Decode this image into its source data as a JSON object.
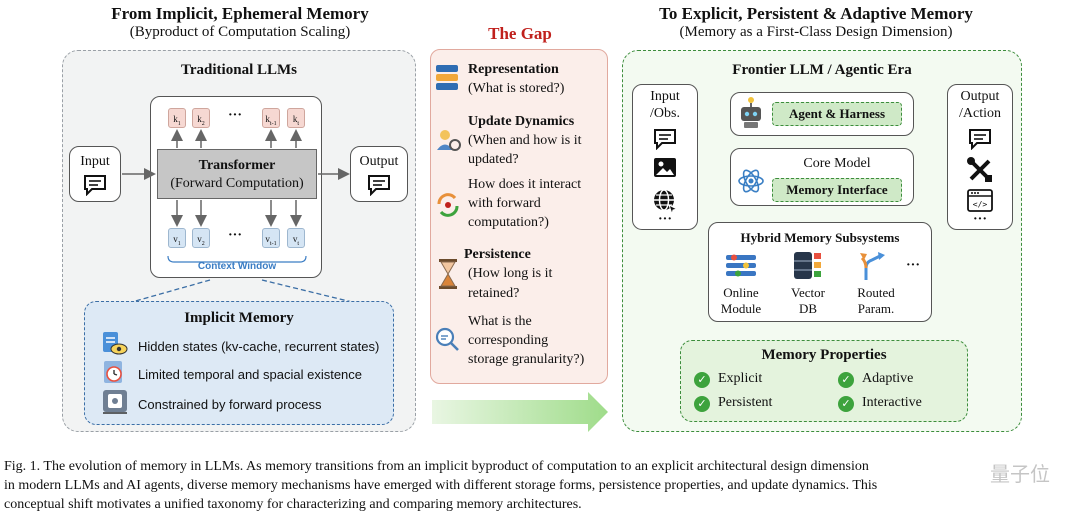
{
  "left": {
    "title": "From Implicit, Ephemeral Memory",
    "subtitle": "(Byproduct of Computation Scaling)",
    "panel_title": "Traditional LLMs",
    "input_label": "Input",
    "output_label": "Output",
    "transformer_title": "Transformer",
    "transformer_subtitle": "(Forward Computation)",
    "k_tokens": [
      "k",
      "k",
      "k",
      "k"
    ],
    "k_subs": [
      "1",
      "2",
      "t-1",
      "t"
    ],
    "v_tokens": [
      "v",
      "v",
      "v",
      "v"
    ],
    "v_subs": [
      "1",
      "2",
      "t-1",
      "t"
    ],
    "ellipsis": "···",
    "context_window": "Context Window",
    "implicit_title": "Implicit Memory",
    "implicit_items": [
      "Hidden states (kv-cache, recurrent states)",
      "Limited temporal and spacial existence",
      "Constrained by forward process"
    ]
  },
  "gap": {
    "title": "The Gap",
    "items": [
      {
        "head": "Representation",
        "lines": [
          "(What is stored?)"
        ]
      },
      {
        "head": "Update Dynamics",
        "lines": [
          "(When and how is it",
          "updated?"
        ]
      },
      {
        "head": "",
        "lines": [
          "How does it interact",
          "with forward",
          "computation?)"
        ]
      },
      {
        "head": "Persistence",
        "lines": [
          "(How long is it",
          "retained?"
        ]
      },
      {
        "head": "",
        "lines": [
          "What is the",
          "corresponding",
          "storage granularity?)"
        ]
      }
    ]
  },
  "right": {
    "title": "To Explicit, Persistent & Adaptive Memory",
    "subtitle": "(Memory as a First-Class Design Dimension)",
    "panel_title": "Frontier LLM / Agentic Era",
    "input_label_1": "Input",
    "input_label_2": "/Obs.",
    "output_label_1": "Output",
    "output_label_2": "/Action",
    "agent_harness": "Agent & Harness",
    "core_model": "Core Model",
    "memory_interface": "Memory Interface",
    "hybrid_title": "Hybrid Memory Subsystems",
    "subsystems": [
      {
        "l1": "Online",
        "l2": "Module"
      },
      {
        "l1": "Vector",
        "l2": "DB"
      },
      {
        "l1": "Routed",
        "l2": "Param."
      }
    ],
    "ellipsis": "···",
    "code_icon": "</>",
    "props_title": "Memory Properties",
    "props": [
      "Explicit",
      "Adaptive",
      "Persistent",
      "Interactive"
    ]
  },
  "caption": {
    "lines": [
      "Fig. 1.  The evolution of memory in LLMs. As memory transitions from an implicit byproduct of computation to an explicit architectural design dimension",
      "in modern LLMs and AI agents, diverse memory mechanisms have emerged with different storage forms, persistence properties, and update dynamics. This",
      "conceptual shift motivates a unified taxonomy for characterizing and comparing memory architectures."
    ]
  },
  "watermark": "量子位",
  "colors": {
    "green": "#3c8d3c",
    "gap_red": "#c0201c",
    "blue_text": "#3b7dc4"
  }
}
